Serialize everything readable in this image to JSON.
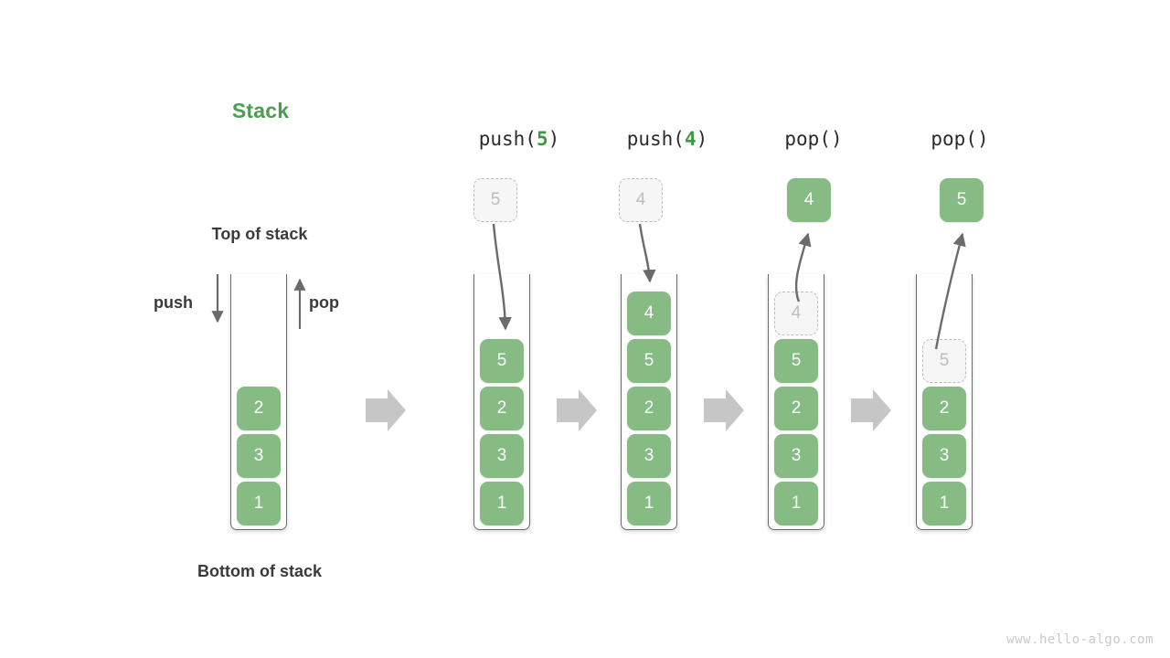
{
  "diagram": {
    "title": "Stack",
    "title_color": "#4a9e4e",
    "block_color": "#86bb84",
    "ghost_color": "#bdbdbd",
    "arrow_color": "#6b6b6b",
    "transition_arrow_color": "#c6c6c6",
    "watermark": "www.hello-algo.com",
    "labels": {
      "top_of_stack": "Top of stack",
      "bottom_of_stack": "Bottom of stack",
      "push": "push",
      "pop": "pop"
    },
    "stages": [
      {
        "id": "initial",
        "op_text": "",
        "op_name": "",
        "op_arg": "",
        "stack": [
          "2",
          "3",
          "1"
        ],
        "floating": null,
        "ghost_in_stack": null
      },
      {
        "id": "push-5",
        "op_text": "push(5)",
        "op_name": "push",
        "op_arg": "5",
        "stack": [
          "5",
          "2",
          "3",
          "1"
        ],
        "floating": {
          "value": "5",
          "style": "ghost",
          "direction": "down"
        },
        "ghost_in_stack": null
      },
      {
        "id": "push-4",
        "op_text": "push(4)",
        "op_name": "push",
        "op_arg": "4",
        "stack": [
          "4",
          "5",
          "2",
          "3",
          "1"
        ],
        "floating": {
          "value": "4",
          "style": "ghost",
          "direction": "down"
        },
        "ghost_in_stack": null
      },
      {
        "id": "pop-1",
        "op_text": "pop()",
        "op_name": "pop",
        "op_arg": "",
        "stack": [
          "5",
          "2",
          "3",
          "1"
        ],
        "floating": {
          "value": "4",
          "style": "solid",
          "direction": "up"
        },
        "ghost_in_stack": {
          "value": "4"
        }
      },
      {
        "id": "pop-2",
        "op_text": "pop()",
        "op_name": "pop",
        "op_arg": "",
        "stack": [
          "2",
          "3",
          "1"
        ],
        "floating": {
          "value": "5",
          "style": "solid",
          "direction": "up"
        },
        "ghost_in_stack": {
          "value": "5"
        }
      }
    ],
    "transition_arrows": 4
  }
}
